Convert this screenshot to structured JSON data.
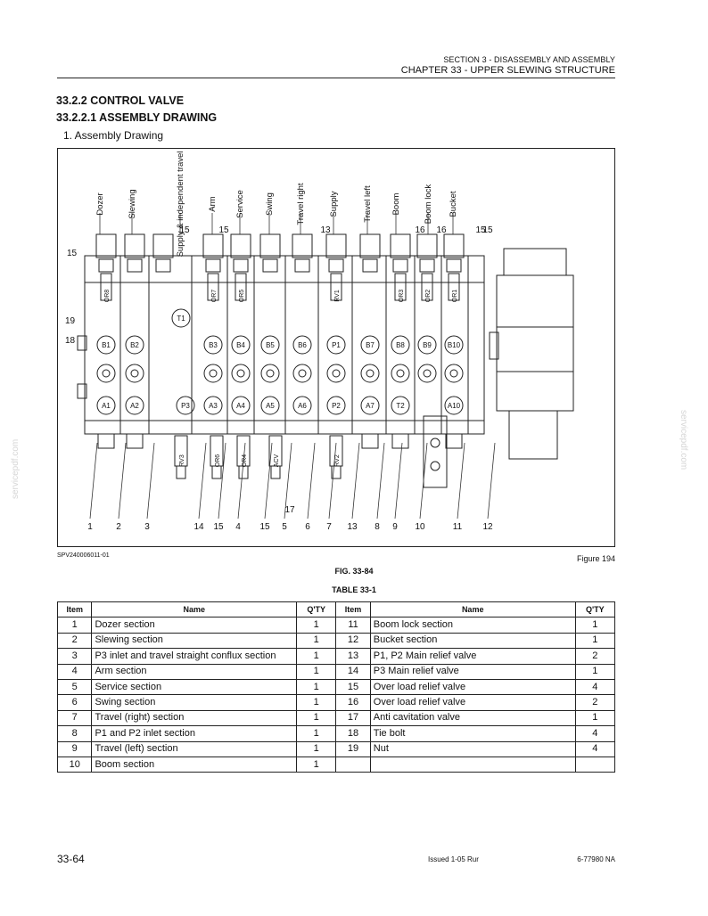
{
  "header": {
    "section": "SECTION 3 - DISASSEMBLY AND ASSEMBLY",
    "chapter": "CHAPTER 33 - UPPER SLEWING STRUCTURE"
  },
  "headings": {
    "h1": "33.2.2 CONTROL VALVE",
    "h2": "33.2.2.1 ASSEMBLY DRAWING",
    "h3": "1. Assembly Drawing"
  },
  "figure": {
    "top_labels": [
      "Dozer",
      "Slewing",
      "Supply & independent travel",
      "Arm",
      "Service",
      "Swing",
      "Travel right",
      "Supply",
      "Travel left",
      "Boom",
      "Boom lock",
      "Bucket"
    ],
    "upper_callouts": [
      "15",
      "15",
      "15",
      "13",
      "16",
      "16",
      "15"
    ],
    "side_callouts": [
      "19",
      "18"
    ],
    "bottom_callouts": [
      "1",
      "2",
      "3",
      "14",
      "15",
      "4",
      "15",
      "5",
      "6",
      "7",
      "13",
      "8",
      "9",
      "10",
      "11",
      "12"
    ],
    "mid_callout": "17",
    "section_tags": [
      "OR8",
      "OR7",
      "OR5",
      "RV1",
      "OR3",
      "OR2",
      "OR1"
    ],
    "bottom_tags": [
      "RV3",
      "OR6",
      "OR4",
      "ACV",
      "RV2"
    ],
    "port_b": [
      "B1",
      "B2",
      "B3",
      "B4",
      "B5",
      "B6",
      "P1",
      "B7",
      "B8",
      "B9",
      "B10"
    ],
    "port_a": [
      "A1",
      "A2",
      "P3",
      "A3",
      "A4",
      "A5",
      "A6",
      "P2",
      "A7",
      "T2",
      "A10"
    ],
    "port_t1": "T1",
    "ref": "SPV240006011-01",
    "number": "Figure 194",
    "caption": "FIG. 33-84"
  },
  "table": {
    "caption": "TABLE 33-1",
    "headers": [
      "Item",
      "Name",
      "Q'TY",
      "Item",
      "Name",
      "Q'TY"
    ],
    "rows": [
      [
        "1",
        "Dozer section",
        "1",
        "11",
        "Boom lock section",
        "1"
      ],
      [
        "2",
        "Slewing section",
        "1",
        "12",
        "Bucket section",
        "1"
      ],
      [
        "3",
        "P3 inlet and travel straight conflux section",
        "1",
        "13",
        "P1, P2 Main relief valve",
        "2"
      ],
      [
        "4",
        "Arm section",
        "1",
        "14",
        "P3 Main relief valve",
        "1"
      ],
      [
        "5",
        "Service section",
        "1",
        "15",
        "Over load relief valve",
        "4"
      ],
      [
        "6",
        "Swing section",
        "1",
        "16",
        "Over load relief valve",
        "2"
      ],
      [
        "7",
        "Travel (right) section",
        "1",
        "17",
        "Anti cavitation valve",
        "1"
      ],
      [
        "8",
        "P1 and P2 inlet section",
        "1",
        "18",
        "Tie bolt",
        "4"
      ],
      [
        "9",
        "Travel (left) section",
        "1",
        "19",
        "Nut",
        "4"
      ],
      [
        "10",
        "Boom section",
        "1",
        "",
        "",
        ""
      ]
    ]
  },
  "footer": {
    "page": "33-64",
    "issued": "Issued 1-05   Rur",
    "doc": "6-77980 NA"
  },
  "watermark": "servicepdf.com"
}
